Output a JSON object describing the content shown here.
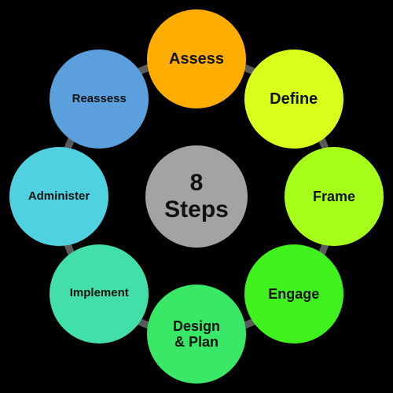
{
  "center": {
    "line1": "8",
    "line2": "Steps",
    "color": "#a3a3a3"
  },
  "ring_color": "#5a5a5a",
  "steps": [
    {
      "label": "Assess",
      "color": "#ffad00"
    },
    {
      "label": "Define",
      "color": "#d8ff1c"
    },
    {
      "label": "Frame",
      "color": "#a6ff1a"
    },
    {
      "label": "Engage",
      "color": "#3ff21d"
    },
    {
      "label": "Design\n& Plan",
      "color": "#38e866"
    },
    {
      "label": "Implement",
      "color": "#42dfaa"
    },
    {
      "label": "Administer",
      "color": "#4fd1e0"
    },
    {
      "label": "Reassess",
      "color": "#5b9fdd"
    }
  ]
}
